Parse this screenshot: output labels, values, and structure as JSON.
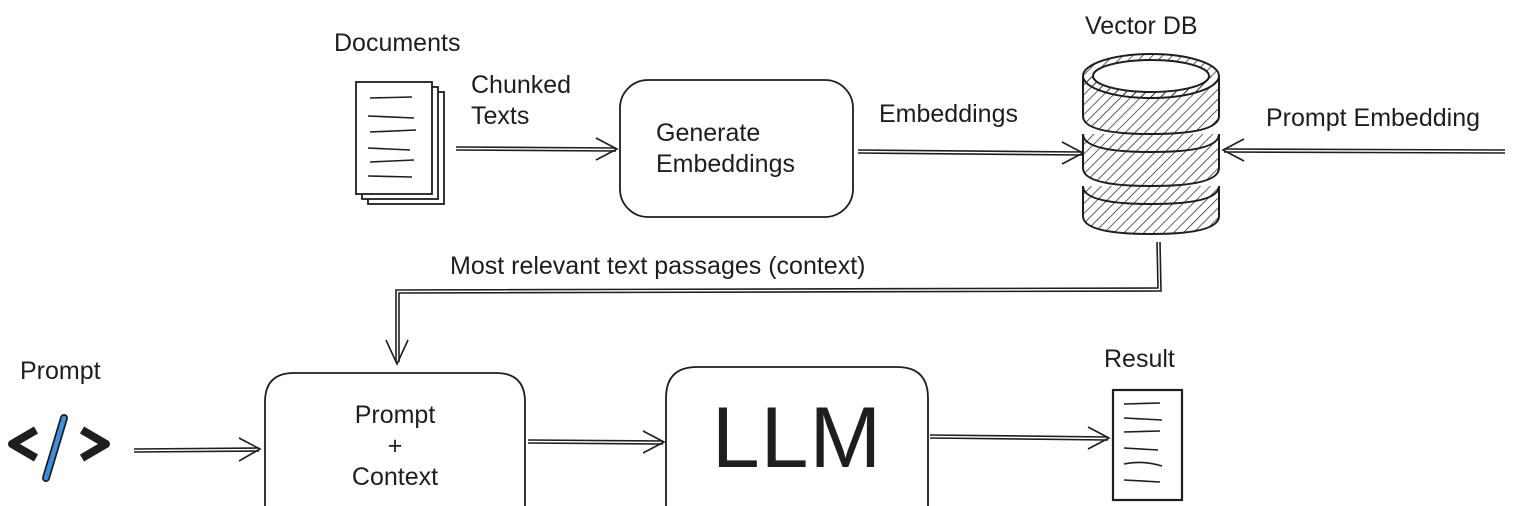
{
  "diagram": {
    "documents_label": "Documents",
    "chunked_texts_line1": "Chunked",
    "chunked_texts_line2": "Texts",
    "generate_box_line1": "Generate",
    "generate_box_line2": "Embeddings",
    "embeddings_label": "Embeddings",
    "vector_db_label": "Vector DB",
    "prompt_embedding_label": "Prompt Embedding",
    "context_label": "Most relevant text passages (context)",
    "prompt_label": "Prompt",
    "prompt_context_line1": "Prompt",
    "prompt_context_line2": "+",
    "prompt_context_line3": "Context",
    "llm_label": "LLM",
    "result_label": "Result"
  },
  "colors": {
    "stroke": "#1e1e1e",
    "code_icon_slash": "#3b8fe0",
    "background": "#ffffff"
  },
  "icons": {
    "documents": "stacked-documents-icon",
    "database": "database-cylinder-icon",
    "code": "code-brackets-icon",
    "result": "result-document-icon"
  }
}
